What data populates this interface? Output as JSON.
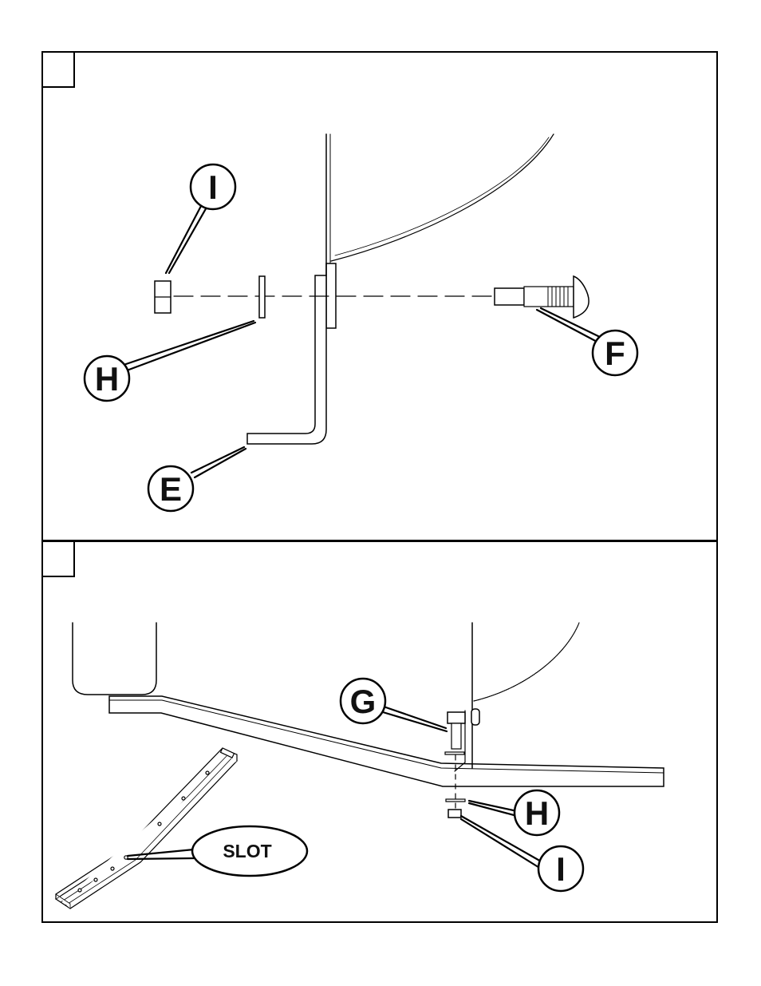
{
  "step1": {
    "step_number": "",
    "callouts": {
      "i": "I",
      "h": "H",
      "f": "F",
      "e": "E"
    }
  },
  "step2": {
    "step_number": "",
    "callouts": {
      "g": "G",
      "h": "H",
      "i": "I",
      "slot": "SLOT"
    }
  },
  "colors": {
    "line": "#000000",
    "background": "#ffffff"
  }
}
